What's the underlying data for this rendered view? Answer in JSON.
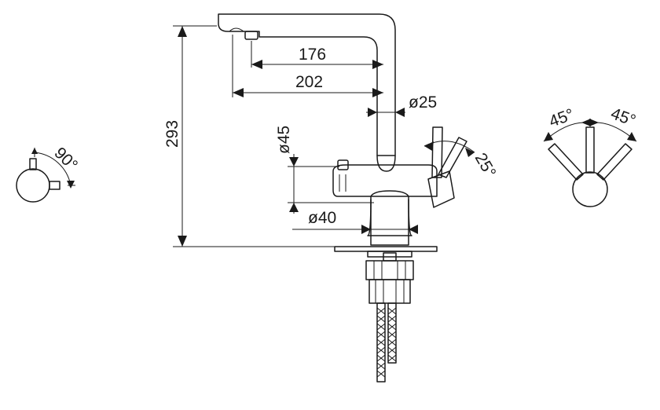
{
  "dimensions": {
    "spout_reach_inner": "176",
    "spout_reach_outer": "202",
    "spout_diameter": "ø25",
    "total_height": "293",
    "body_diameter": "ø45",
    "base_diameter": "ø40",
    "handle_tilt": "25°",
    "handle_rotation_left": "45°",
    "handle_rotation_right": "45°",
    "side_lever_angle": "90°"
  },
  "colors": {
    "line": "#1a1a1a",
    "background": "#ffffff"
  }
}
